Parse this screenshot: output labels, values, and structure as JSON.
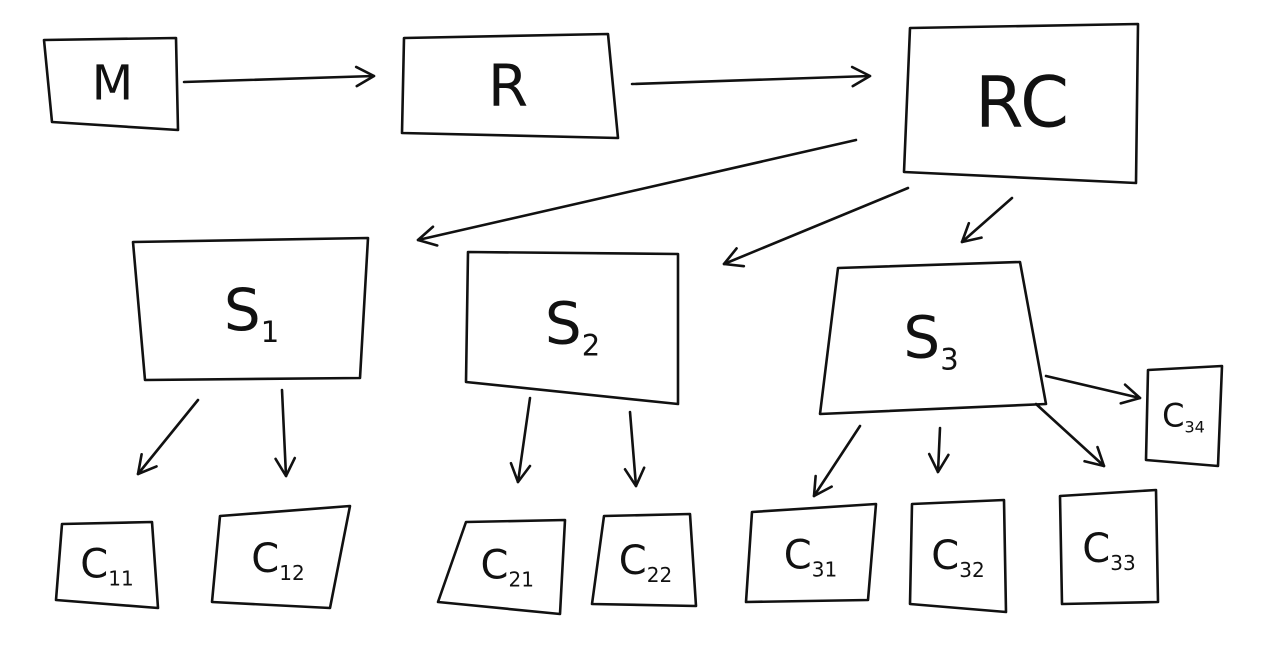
{
  "diagram": {
    "stroke_color": "#111111",
    "background_color": "#ffffff",
    "nodes": [
      {
        "id": "M",
        "base": "M",
        "sub": ""
      },
      {
        "id": "R",
        "base": "R",
        "sub": ""
      },
      {
        "id": "RC",
        "base": "RC",
        "sub": ""
      },
      {
        "id": "S1",
        "base": "S",
        "sub": "1"
      },
      {
        "id": "S2",
        "base": "S",
        "sub": "2"
      },
      {
        "id": "S3",
        "base": "S",
        "sub": "3"
      },
      {
        "id": "C11",
        "base": "C",
        "sub": "11"
      },
      {
        "id": "C12",
        "base": "C",
        "sub": "12"
      },
      {
        "id": "C21",
        "base": "C",
        "sub": "21"
      },
      {
        "id": "C22",
        "base": "C",
        "sub": "22"
      },
      {
        "id": "C31",
        "base": "C",
        "sub": "31"
      },
      {
        "id": "C32",
        "base": "C",
        "sub": "32"
      },
      {
        "id": "C33",
        "base": "C",
        "sub": "33"
      },
      {
        "id": "C34",
        "base": "C",
        "sub": "34"
      }
    ],
    "edges": [
      {
        "from": "M",
        "to": "R"
      },
      {
        "from": "R",
        "to": "RC"
      },
      {
        "from": "RC",
        "to": "S1"
      },
      {
        "from": "RC",
        "to": "S2"
      },
      {
        "from": "RC",
        "to": "S3"
      },
      {
        "from": "S1",
        "to": "C11"
      },
      {
        "from": "S1",
        "to": "C12"
      },
      {
        "from": "S2",
        "to": "C21"
      },
      {
        "from": "S2",
        "to": "C22"
      },
      {
        "from": "S3",
        "to": "C31"
      },
      {
        "from": "S3",
        "to": "C32"
      },
      {
        "from": "S3",
        "to": "C33"
      },
      {
        "from": "S3",
        "to": "C34"
      }
    ]
  }
}
